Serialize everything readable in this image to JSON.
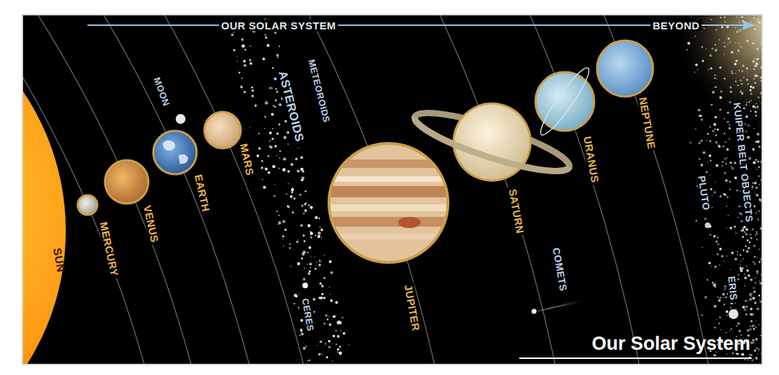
{
  "diagram": {
    "title": "Our Solar System",
    "labels": [
      "OUR SOLAR SYSTEM",
      "BEYOND",
      "MOON",
      "METEOROIDS",
      "ASTEROIDS",
      "SUN",
      "MERCURY",
      "VENUS",
      "EARTH",
      "MARS",
      "CERES",
      "JUPITER",
      "SATURN",
      "URANUS",
      "NEPTUNE",
      "COMETS",
      "PLUTO",
      "KUIPER BELT OBJECTS",
      "ERIS"
    ]
  }
}
